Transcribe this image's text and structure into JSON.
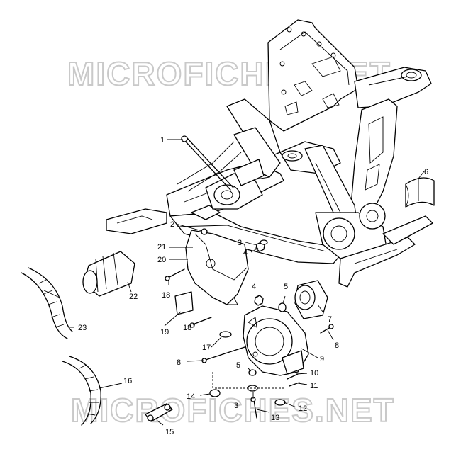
{
  "watermark": {
    "top": "MICROFICHES.NET",
    "bottom": "MICROFICHES.NET"
  },
  "callouts": [
    {
      "id": "c1",
      "label": "1"
    },
    {
      "id": "c2",
      "label": "2"
    },
    {
      "id": "c3a",
      "label": "3"
    },
    {
      "id": "c4a",
      "label": "4"
    },
    {
      "id": "c4b",
      "label": "4"
    },
    {
      "id": "c5a",
      "label": "5"
    },
    {
      "id": "c6",
      "label": "6"
    },
    {
      "id": "c7",
      "label": "7"
    },
    {
      "id": "c8a",
      "label": "8"
    },
    {
      "id": "c8b",
      "label": "8"
    },
    {
      "id": "c9",
      "label": "9"
    },
    {
      "id": "c5b",
      "label": "5"
    },
    {
      "id": "c10",
      "label": "10"
    },
    {
      "id": "c11",
      "label": "11"
    },
    {
      "id": "c12",
      "label": "12"
    },
    {
      "id": "c13",
      "label": "13"
    },
    {
      "id": "c3b",
      "label": "3"
    },
    {
      "id": "c14",
      "label": "14"
    },
    {
      "id": "c15",
      "label": "15"
    },
    {
      "id": "c16",
      "label": "16"
    },
    {
      "id": "c17",
      "label": "17"
    },
    {
      "id": "c18a",
      "label": "18"
    },
    {
      "id": "c18b",
      "label": "18"
    },
    {
      "id": "c19",
      "label": "19"
    },
    {
      "id": "c20",
      "label": "20"
    },
    {
      "id": "c21",
      "label": "21"
    },
    {
      "id": "c22",
      "label": "22"
    },
    {
      "id": "c23",
      "label": "23"
    }
  ]
}
